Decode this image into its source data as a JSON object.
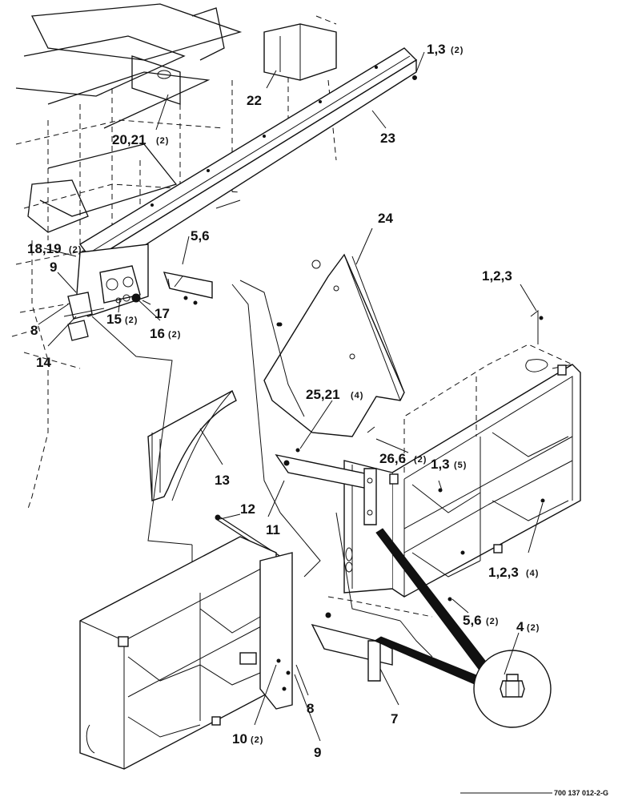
{
  "callouts": [
    {
      "id": "c-1-3-top",
      "text": "1,3",
      "qty": "(2)"
    },
    {
      "id": "c-22",
      "text": "22",
      "qty": ""
    },
    {
      "id": "c-23",
      "text": "23",
      "qty": ""
    },
    {
      "id": "c-20-21",
      "text": "20,21",
      "qty": "(2)"
    },
    {
      "id": "c-24",
      "text": "24",
      "qty": ""
    },
    {
      "id": "c-1-2-3",
      "text": "1,2,3",
      "qty": ""
    },
    {
      "id": "c-5-6-top",
      "text": "5,6",
      "qty": ""
    },
    {
      "id": "c-18-19",
      "text": "18,19",
      "qty": "(2)"
    },
    {
      "id": "c-9-left",
      "text": "9",
      "qty": ""
    },
    {
      "id": "c-17",
      "text": "17",
      "qty": ""
    },
    {
      "id": "c-15",
      "text": "15",
      "qty": "(2)"
    },
    {
      "id": "c-16",
      "text": "16",
      "qty": "(2)"
    },
    {
      "id": "c-8-left",
      "text": "8",
      "qty": ""
    },
    {
      "id": "c-14",
      "text": "14",
      "qty": ""
    },
    {
      "id": "c-25-21",
      "text": "25,21",
      "qty": "(4)"
    },
    {
      "id": "c-26-6",
      "text": "26,6",
      "qty": "(2)"
    },
    {
      "id": "c-1-3-mid",
      "text": "1,3",
      "qty": "(5)"
    },
    {
      "id": "c-13",
      "text": "13",
      "qty": ""
    },
    {
      "id": "c-11",
      "text": "11",
      "qty": ""
    },
    {
      "id": "c-12",
      "text": "12",
      "qty": ""
    },
    {
      "id": "c-1-2-3-4",
      "text": "1,2,3",
      "qty": "(4)"
    },
    {
      "id": "c-4",
      "text": "4",
      "qty": "(2)"
    },
    {
      "id": "c-5-6-low",
      "text": "5,6",
      "qty": "(2)"
    },
    {
      "id": "c-8-low",
      "text": "8",
      "qty": ""
    },
    {
      "id": "c-7",
      "text": "7",
      "qty": ""
    },
    {
      "id": "c-10",
      "text": "10",
      "qty": "(2)"
    },
    {
      "id": "c-9-low",
      "text": "9",
      "qty": ""
    }
  ],
  "figure_number": "700 137 012-2-G"
}
